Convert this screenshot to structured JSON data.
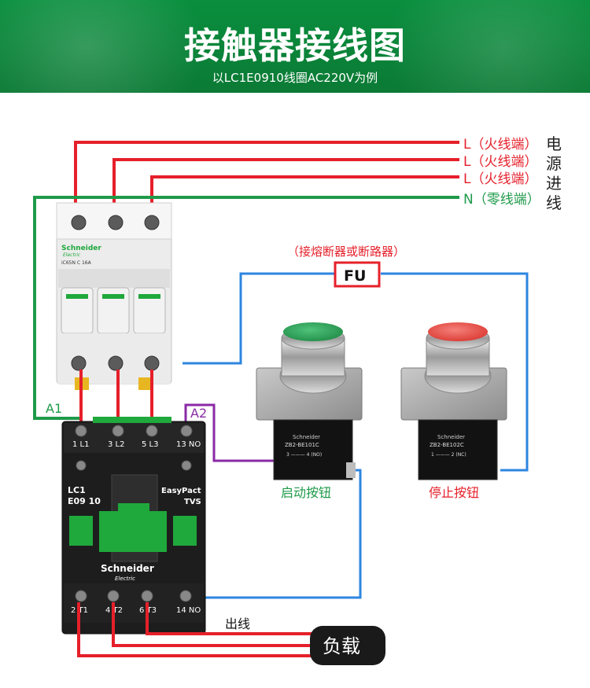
{
  "header": {
    "title": "接触器接线图",
    "subtitle": "以LC1E0910线圈AC220V为例"
  },
  "power": {
    "lines": [
      "L（火线端）",
      "L（火线端）",
      "L（火线端）",
      "N（零线端）"
    ],
    "side_chars": [
      "电",
      "源",
      "进",
      "线"
    ]
  },
  "fuse": {
    "note": "（接熔断器或断路器）",
    "label": "FU"
  },
  "breaker": {
    "brand": "Schneider",
    "brand_sub": "Electric",
    "model": "iC65N  C 16A"
  },
  "contactor": {
    "coil_a1": "A1",
    "coil_a2": "A2",
    "top_terminals": [
      "1 L1",
      "3 L2",
      "5 L3",
      "13 NO"
    ],
    "bottom_terminals": [
      "2 T1",
      "4 T2",
      "6 T3",
      "14 NO"
    ],
    "model_line1": "LC1",
    "model_line2": "E09 10",
    "series_line1": "EasyPact",
    "series_line2": "TVS",
    "brand": "Schneider",
    "brand_sub": "Electric"
  },
  "start_button": {
    "label": "启动按钮",
    "brand": "Schneider",
    "model": "ZB2-BE101C",
    "contact": "3 ——— 4 (NO)"
  },
  "stop_button": {
    "label": "停止按钮",
    "brand": "Schneider",
    "model": "ZB2-BE102C",
    "contact": "1 ——— 2 (NC)"
  },
  "output": {
    "out_label": "出线",
    "load_label": "负载"
  },
  "colors": {
    "banner": "#0b8a3b",
    "live": "#e5202a",
    "neutral": "#1f9a4a",
    "control": "#2d86e0",
    "coil": "#8a2aa6",
    "device_body": "#1d1d1d",
    "device_green": "#1fa83c"
  }
}
